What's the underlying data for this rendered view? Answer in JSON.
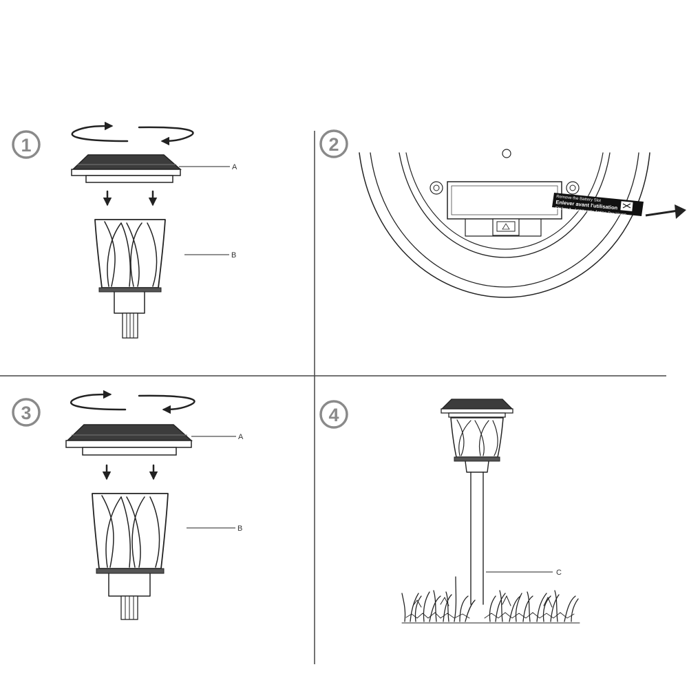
{
  "steps": {
    "s1": {
      "number": "1",
      "labels": {
        "a": "A",
        "b": "B"
      }
    },
    "s2": {
      "number": "2",
      "sticker": {
        "line1": "Remove the Battery Slot",
        "line2": "Enlever avant l'utilisation",
        "line3": "Sticker 1 - Langwerte Antiae Der Voran"
      }
    },
    "s3": {
      "number": "3",
      "labels": {
        "a": "A",
        "b": "B"
      }
    },
    "s4": {
      "number": "4",
      "labels": {
        "c": "C"
      }
    }
  },
  "colors": {
    "line": "#222222",
    "step_circle": "#8a8a8a",
    "sticker_bg": "#111111"
  },
  "icons": [
    "rotate-cw-arrow",
    "rotate-ccw-arrow",
    "down-arrow",
    "pull-right-arrow",
    "grass"
  ]
}
